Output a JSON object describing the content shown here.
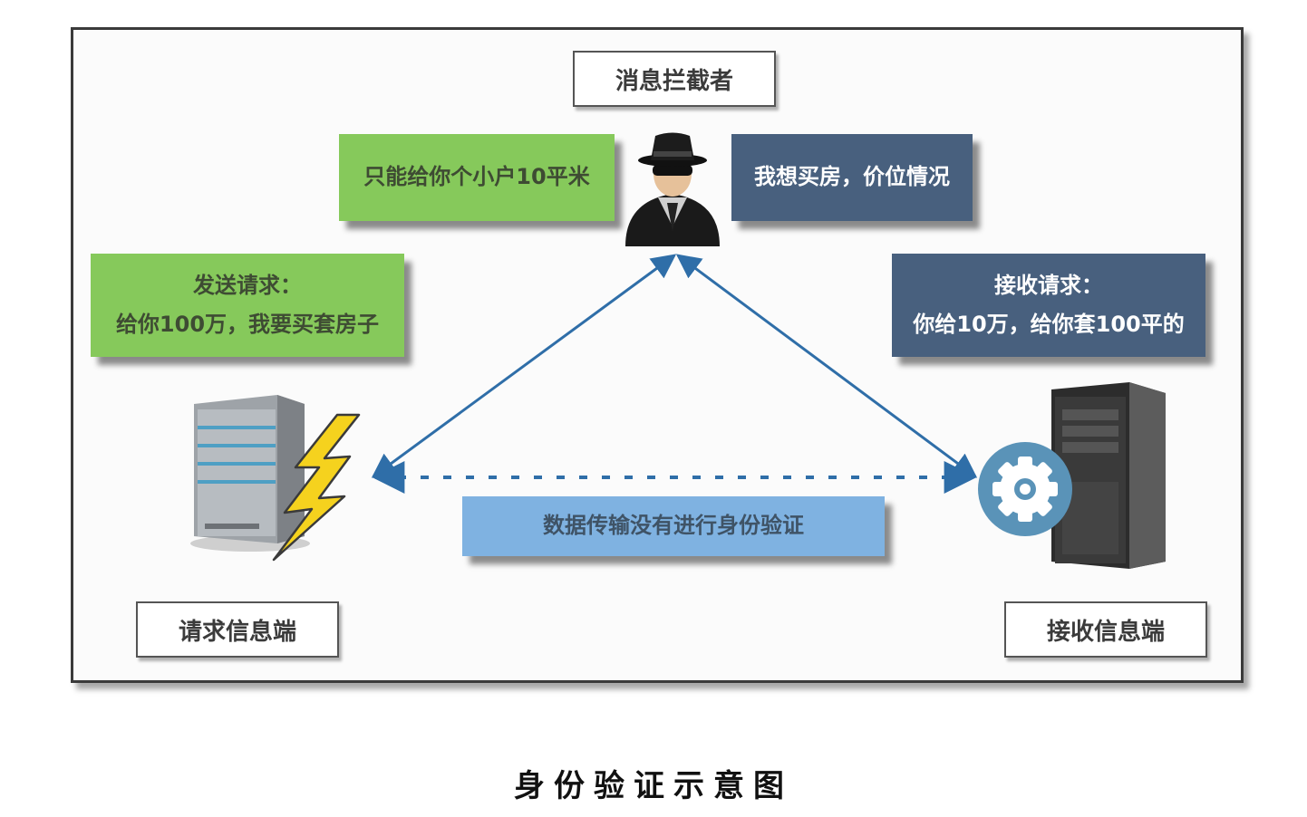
{
  "interceptor": {
    "label": "消息拦截者"
  },
  "interceptor_reply": {
    "text": "只能给你个小户10平米"
  },
  "interceptor_forward": {
    "text": "我想买房，价位情况"
  },
  "send_request": {
    "line1": "发送请求：",
    "line2": "给你100万，我要买套房子"
  },
  "receive_request": {
    "line1": "接收请求：",
    "line2": "你给10万，给你套100平的"
  },
  "no_auth_note": {
    "text": "数据传输没有进行身份验证"
  },
  "requester": {
    "label": "请求信息端"
  },
  "receiver": {
    "label": "接收信息端"
  },
  "caption": "身份验证示意图",
  "icons": [
    "hacker-icon",
    "server-icon",
    "lightning-icon",
    "tower-computer-icon",
    "gear-icon"
  ],
  "colors": {
    "green": "#86c95b",
    "navy": "#48607e",
    "sky": "#7fb2e1",
    "arrow": "#2f6ea8"
  }
}
